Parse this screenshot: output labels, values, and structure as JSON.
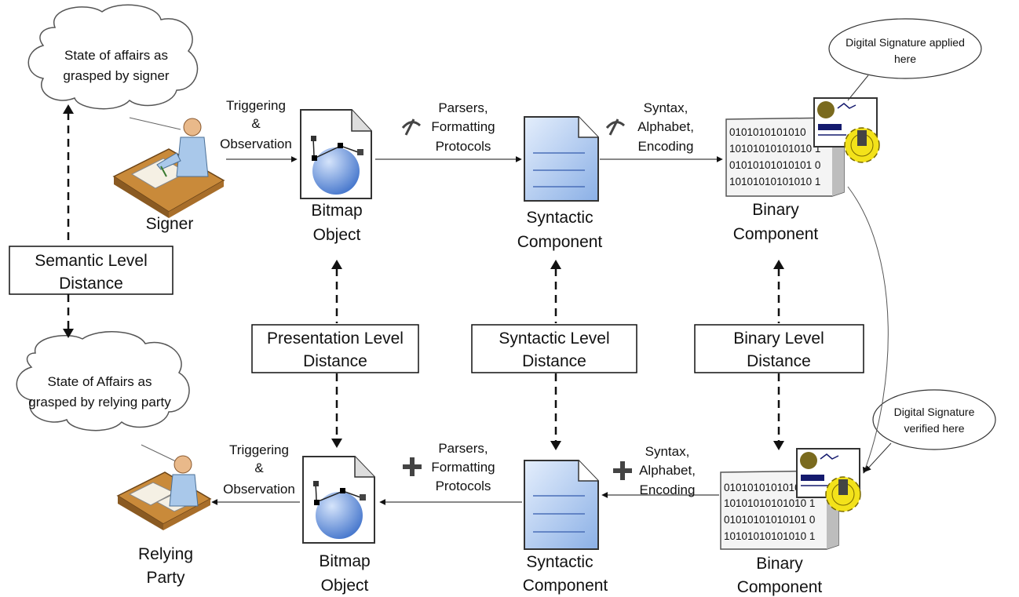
{
  "thought_top": [
    "State of affairs as",
    "grasped by signer"
  ],
  "thought_bottom": [
    "State of Affairs as",
    "grasped by relying party"
  ],
  "signer_label": "Signer",
  "relying_label": [
    "Relying",
    "Party"
  ],
  "top": {
    "trigger": [
      "Triggering",
      "&",
      "Observation"
    ],
    "parsers": [
      "Parsers,",
      "Formatting",
      "Protocols"
    ],
    "syntax": [
      "Syntax,",
      "Alphabet,",
      "Encoding"
    ],
    "bitmap": [
      "Bitmap",
      "Object"
    ],
    "syntactic": [
      "Syntactic",
      "Component"
    ],
    "binary": [
      "Binary",
      "Component"
    ],
    "bits": [
      "0101010101010",
      "10101010101010 1",
      "01010101010101 0",
      "10101010101010 1"
    ]
  },
  "bottom": {
    "trigger": [
      "Triggering",
      "&",
      "Observation"
    ],
    "parsers": [
      "Parsers,",
      "Formatting",
      "Protocols"
    ],
    "syntax": [
      "Syntax,",
      "Alphabet,",
      "Encoding"
    ],
    "bitmap": [
      "Bitmap",
      "Object"
    ],
    "syntactic": [
      "Syntactic",
      "Component"
    ],
    "binary": [
      "Binary",
      "Component"
    ],
    "bits": [
      "0101010101010",
      "10101010101010 1",
      "01010101010101 0",
      "10101010101010 1"
    ]
  },
  "distances": {
    "semantic": [
      "Semantic Level",
      "Distance"
    ],
    "presentation": [
      "Presentation Level",
      "Distance"
    ],
    "syntactic": [
      "Syntactic Level",
      "Distance"
    ],
    "binary": [
      "Binary Level",
      "Distance"
    ]
  },
  "callouts": {
    "applied": [
      "Digital Signature applied",
      "here"
    ],
    "verified": [
      "Digital Signature",
      "verified here"
    ]
  },
  "colors": {
    "doc_blue": "#6f9fdc",
    "gear_yellow": "#f3e21a",
    "cert_navy": "#141a6e",
    "cert_olive": "#7a6a1e"
  }
}
